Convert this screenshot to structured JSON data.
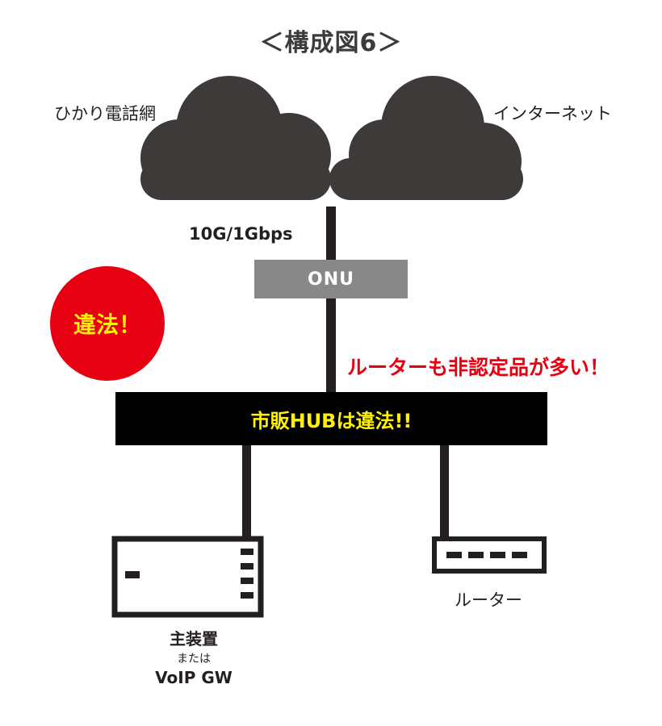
{
  "title": "＜構成図6＞",
  "clouds": {
    "phone_network": "ひかり電話網",
    "internet": "インターネット"
  },
  "uplink_speed": "10G/1Gbps",
  "onu": "ONU",
  "illegal_badge": "違法！",
  "router_warning": "ルーターも非認定品が多い！",
  "hub": "市販HUBは違法!!",
  "devices": {
    "main_unit": "主装置",
    "or_text": "または",
    "voip_gw": "VoIP GW",
    "router": "ルーター"
  },
  "colors": {
    "cloud": "#3e3a39",
    "onu": "#888888",
    "alert_red": "#e60012",
    "hub_bg": "#000000",
    "hub_text": "#fff100"
  }
}
